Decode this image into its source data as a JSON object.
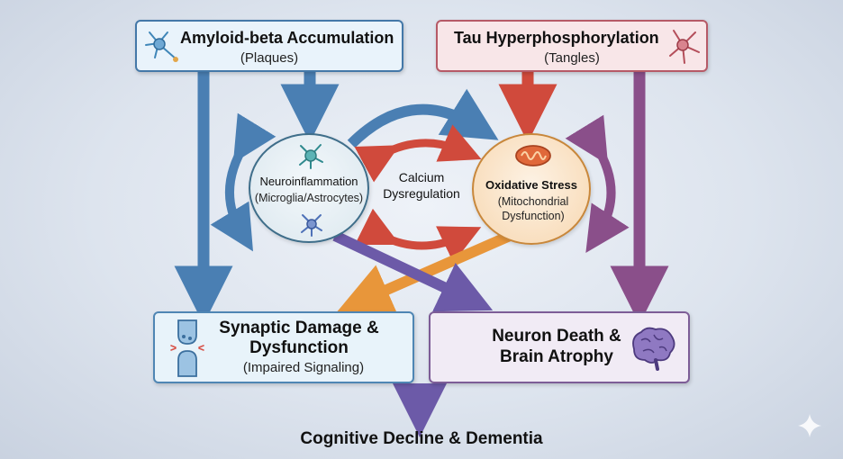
{
  "nodes": {
    "amyloid": {
      "title": "Amyloid-beta Accumulation",
      "subtitle": "(Plaques)"
    },
    "tau": {
      "title": "Tau Hyperphosphorylation",
      "subtitle": "(Tangles)"
    },
    "neuroinflammation": {
      "title": "Neuroinflammation",
      "subtitle": "(Microglia/Astrocytes)"
    },
    "calcium": {
      "label": "Calcium Dysregulation"
    },
    "oxidative": {
      "title": "Oxidative Stress",
      "subtitle": "(Mitochondrial Dysfunction)"
    },
    "synaptic": {
      "title": "Synaptic Damage & Dysfunction",
      "subtitle": "(Impaired Signaling)"
    },
    "neuron_death": {
      "title": "Neuron Death & Brain Atrophy"
    },
    "outcome": {
      "label": "Cognitive Decline & Dementia"
    }
  },
  "colors": {
    "blue_arrow": "#4a7fb3",
    "red_arrow": "#d04a3c",
    "purple_arrow": "#8a4f8a",
    "orange_arrow": "#e8963a",
    "violet_arrow": "#6c5aa8"
  },
  "icons": [
    "neuron-icon",
    "microglia-icon",
    "astrocyte-icon",
    "mitochondria-icon",
    "synapse-icon",
    "brain-icon",
    "sparkle-icon"
  ]
}
